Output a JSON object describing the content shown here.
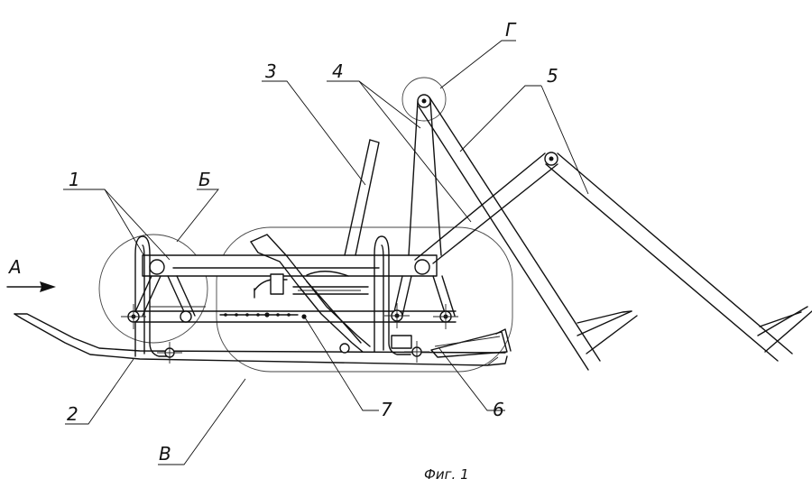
{
  "caption": "Фиг. 1",
  "arrow_label": "A",
  "callouts": {
    "c1": "1",
    "c2": "2",
    "c3": "3",
    "c4": "4",
    "c5": "5",
    "c6": "6",
    "c7": "7",
    "cB": "Б",
    "cV": "В",
    "cG": "Г"
  }
}
